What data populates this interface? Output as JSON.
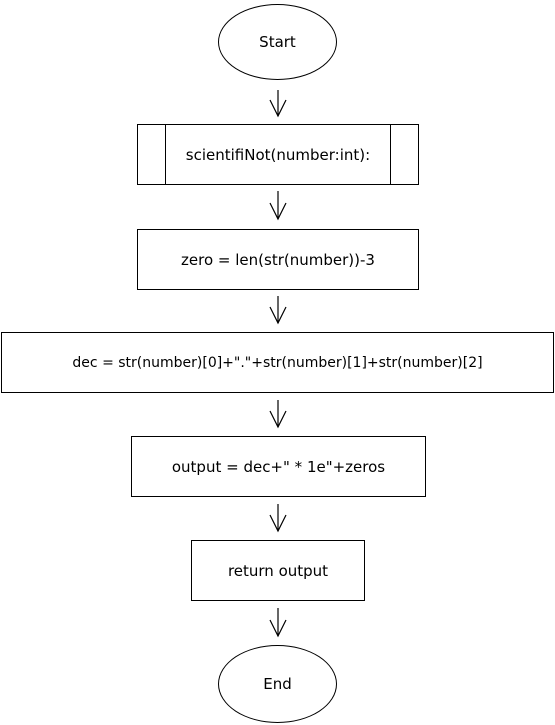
{
  "diagram": {
    "start": "Start",
    "function_def": "scientifiNot(number:int):",
    "zero_step": "zero = len(str(number))-3",
    "dec_step": "dec = str(number)[0]+\".\"+str(number)[1]+str(number)[2]",
    "output_step": "output = dec+\" * 1e\"+zeros",
    "return_step": "return output",
    "end": "End"
  }
}
